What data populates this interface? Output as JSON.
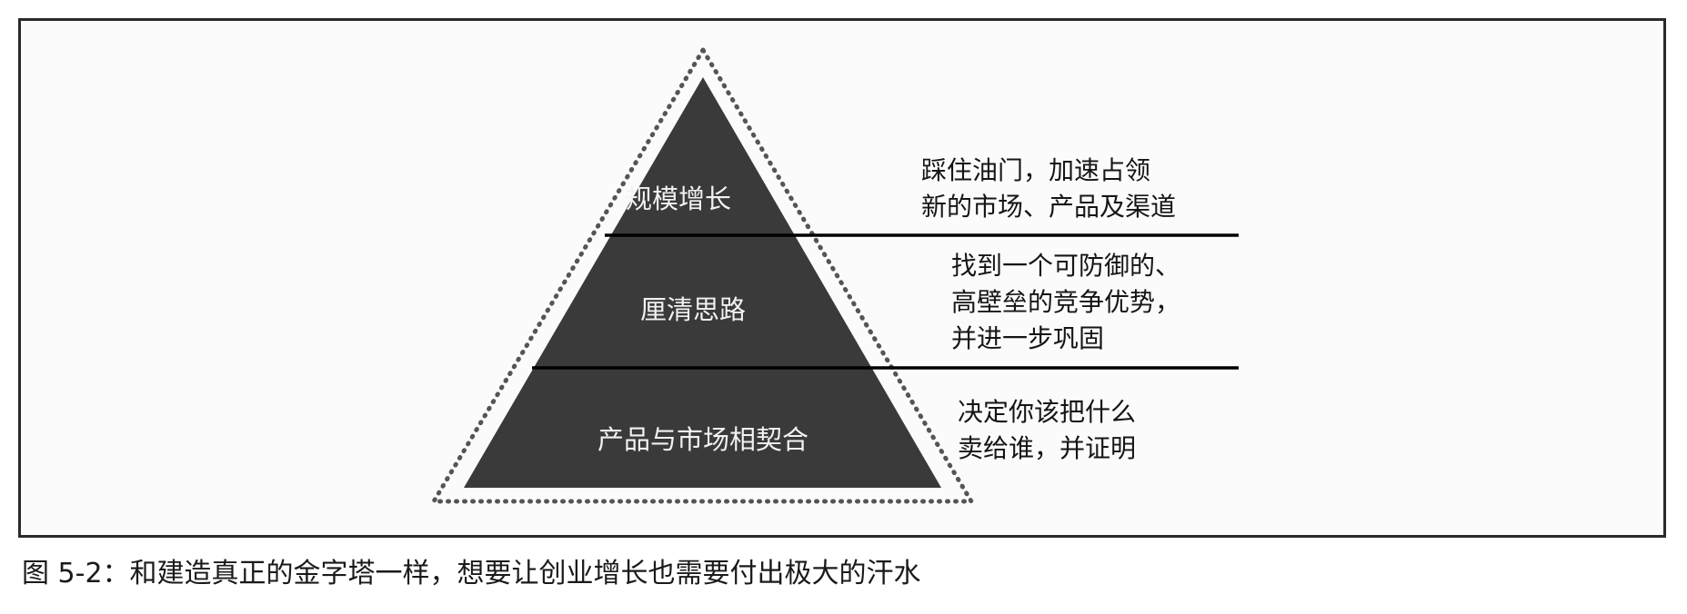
{
  "tiers": [
    {
      "label": "规模增长",
      "description": [
        "踩住油门，加速占领",
        "新的市场、产品及渠道"
      ]
    },
    {
      "label": "厘清思路",
      "description": [
        "找到一个可防御的、",
        "高壁垒的竞争优势，",
        "并进一步巩固"
      ]
    },
    {
      "label": "产品与市场相契合",
      "description": [
        "决定你该把什么",
        "卖给谁，并证明"
      ]
    }
  ],
  "caption": "图 5-2：和建造真正的金字塔一样，想要让创业增长也需要付出极大的汗水",
  "colors": {
    "pyramid_fill": "#3a3a3a",
    "dotted_border": "#555555",
    "divider_line": "#000000",
    "tier_text": "#f2f2f2"
  }
}
